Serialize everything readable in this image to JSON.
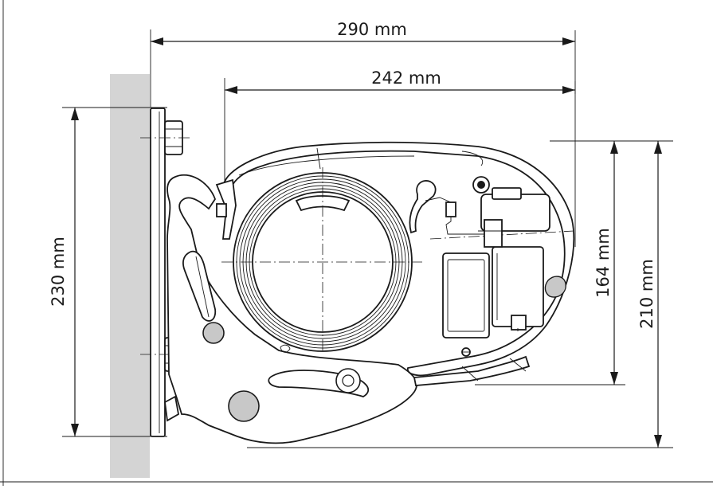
{
  "diagram": {
    "dimensions": {
      "total_projection": "290 mm",
      "cassette_depth": "242 mm",
      "overall_height": "230 mm",
      "cassette_height": "164 mm",
      "housing_height": "210 mm"
    },
    "colors": {
      "line": "#1a1a1a",
      "wall": "#d4d4d4",
      "roller_weight": "#c8c8c8",
      "background": "#ffffff"
    }
  }
}
